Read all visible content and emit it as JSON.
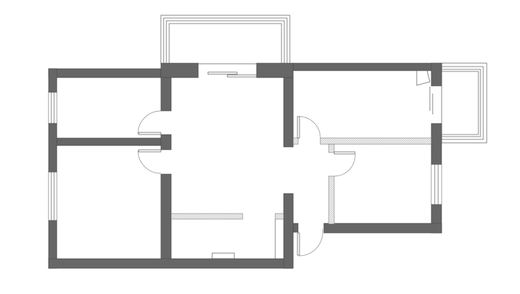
{
  "colors": {
    "wall": "#666666",
    "partition_hatch": "#d8d8d8",
    "background": "#ffffff",
    "line": "#666666"
  },
  "plan": {
    "rooms": 4,
    "balconies": 2,
    "doors": 5
  }
}
